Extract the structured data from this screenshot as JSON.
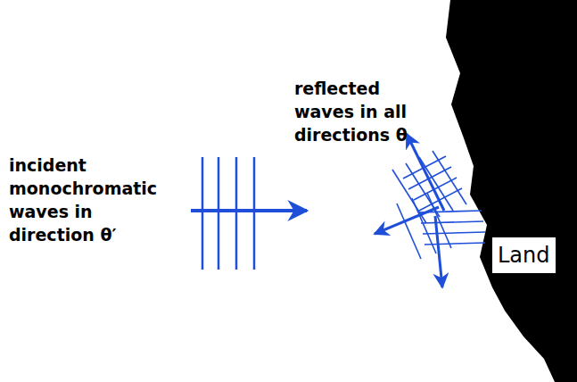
{
  "diagram": {
    "nodes": [
      {
        "text": [
          "Land"
        ]
      }
    ],
    "labels": [
      "incident monochromatic waves in direction θ′",
      "reflected waves in all directions θ"
    ]
  }
}
